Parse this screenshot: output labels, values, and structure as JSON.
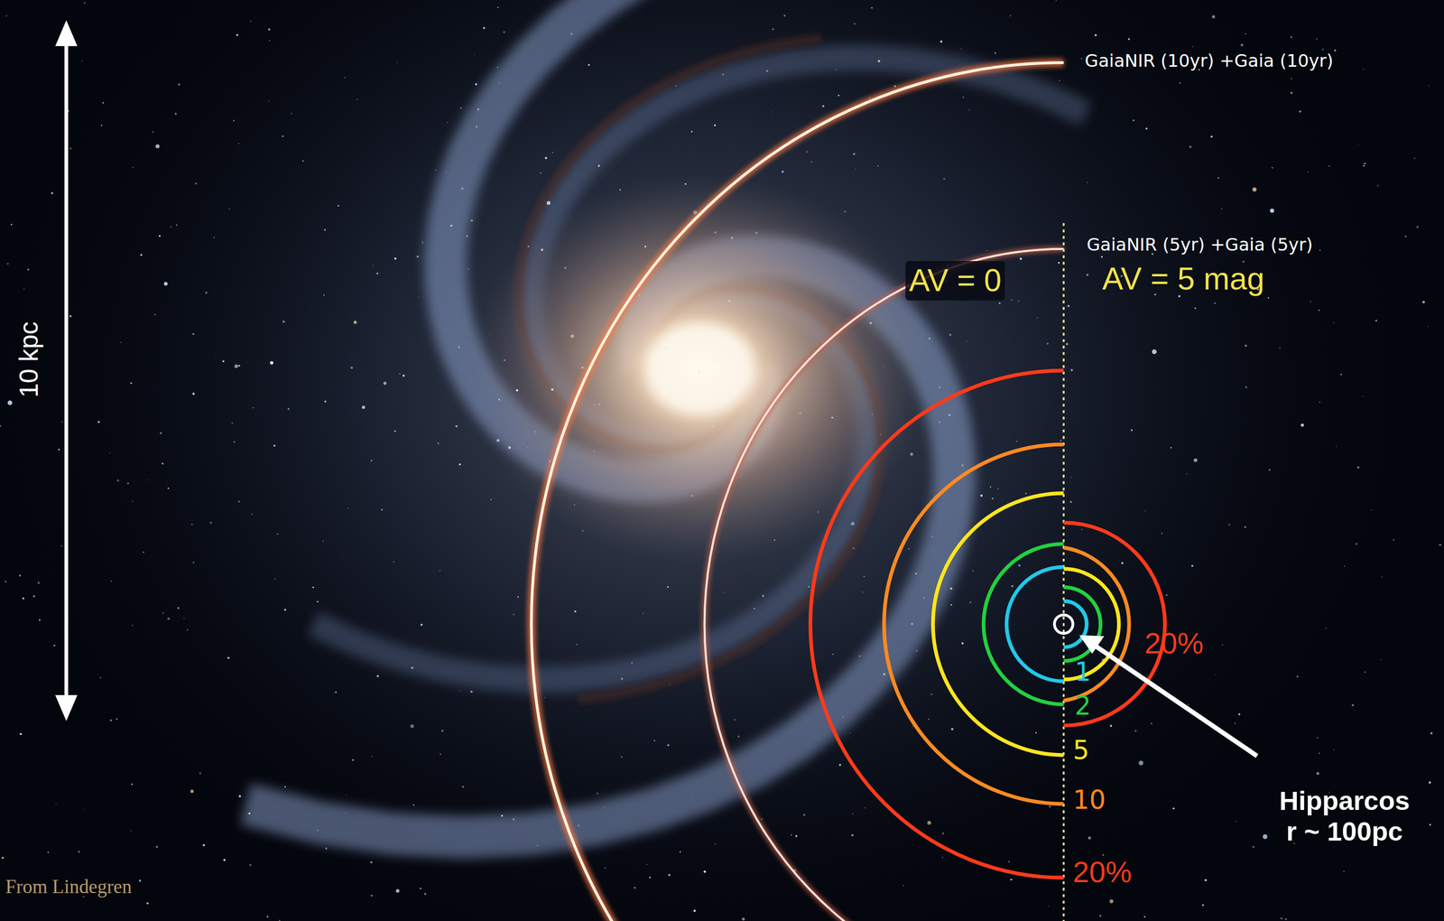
{
  "diagram": {
    "labels": [
      "10 kpc",
      "GaiaNIR (10yr) +Gaia (10yr)",
      "GaiaNIR (5yr) +Gaia (5yr)",
      "AV = 0",
      "AV = 5 mag",
      "20%",
      "1",
      "2",
      "5",
      "10",
      "20%",
      "Hipparcos r ~ 100pc",
      "From Lindegren"
    ]
  }
}
